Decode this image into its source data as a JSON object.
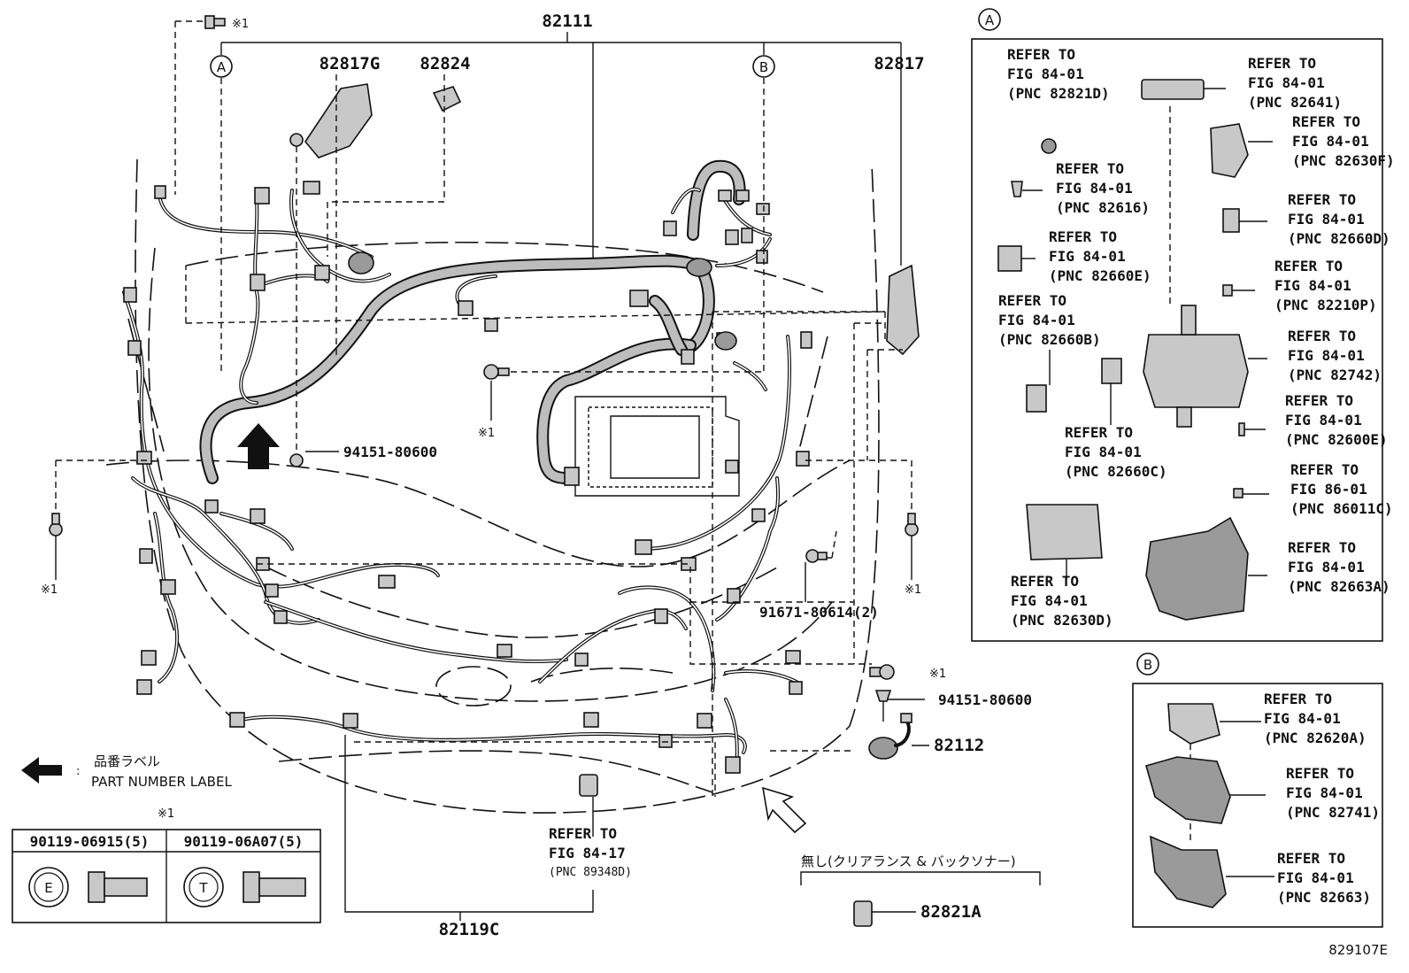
{
  "top_group_label": "82111",
  "bottom_group_label": "82119C",
  "callouts": {
    "a_main": "A",
    "b_main": "B",
    "a_panel": "A",
    "b_panel": "B",
    "e_circle": "E",
    "t_circle": "T"
  },
  "parts": {
    "p82817g": "82817G",
    "p82824": "82824",
    "p82817": "82817",
    "p94151_main": "94151-80600",
    "p91671": "91671-80614(2)",
    "p94151_right": "94151-80600",
    "p82112": "82112",
    "p82821a": "82821A"
  },
  "mark": "※1",
  "ref_line1": "REFER TO",
  "refs_bottom": {
    "fig": "FIG 84-17",
    "pnc": "(PNC 89348D)"
  },
  "panel_a_refs": [
    {
      "fig": "FIG 84-01",
      "pnc": "(PNC 82821D)"
    },
    {
      "fig": "FIG 84-01",
      "pnc": "(PNC 82641)"
    },
    {
      "fig": "FIG 84-01",
      "pnc": "(PNC 82630F)"
    },
    {
      "fig": "FIG 84-01",
      "pnc": "(PNC 82616)"
    },
    {
      "fig": "FIG 84-01",
      "pnc": "(PNC 82660D)"
    },
    {
      "fig": "FIG 84-01",
      "pnc": "(PNC 82660E)"
    },
    {
      "fig": "FIG 84-01",
      "pnc": "(PNC 82210P)"
    },
    {
      "fig": "FIG 84-01",
      "pnc": "(PNC 82660B)"
    },
    {
      "fig": "FIG 84-01",
      "pnc": "(PNC 82742)"
    },
    {
      "fig": "FIG 84-01",
      "pnc": "(PNC 82600E)"
    },
    {
      "fig": "FIG 84-01",
      "pnc": "(PNC 82660C)"
    },
    {
      "fig": "FIG 86-01",
      "pnc": "(PNC 86011C)"
    },
    {
      "fig": "FIG 84-01",
      "pnc": "(PNC 82630D)"
    },
    {
      "fig": "FIG 84-01",
      "pnc": "(PNC 82663A)"
    }
  ],
  "panel_b_refs": [
    {
      "fig": "FIG 84-01",
      "pnc": "(PNC 82620A)"
    },
    {
      "fig": "FIG 84-01",
      "pnc": "(PNC 82741)"
    },
    {
      "fig": "FIG 84-01",
      "pnc": "(PNC 82663)"
    }
  ],
  "legend": {
    "jp_label": "品番ラベル",
    "en_label": "PART NUMBER LABEL",
    "colon": ":"
  },
  "bolt_table": {
    "mark": "※1",
    "col1": "90119-06915(5)",
    "col2": "90119-06A07(5)"
  },
  "variant_note": "無し(クリアランス & バックソナー)",
  "figure_id": "829107E"
}
